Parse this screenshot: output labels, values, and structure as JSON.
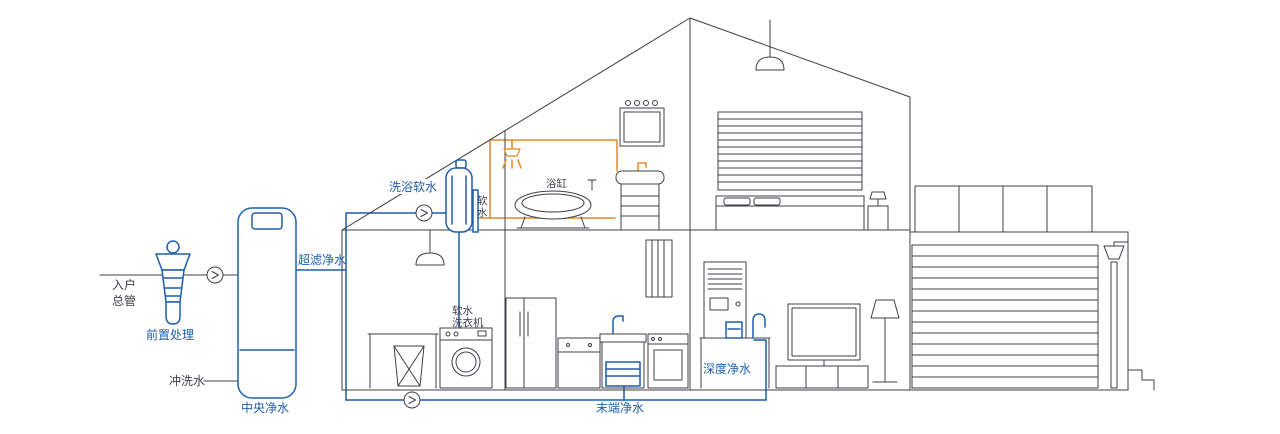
{
  "colors": {
    "outline": "#3f3f49",
    "blue": "#1f5fad",
    "orange": "#e8871e",
    "background": "#ffffff"
  },
  "labels": {
    "inlet_1": "入户",
    "inlet_2": "总管",
    "pretreatment": "前置处理",
    "central": "中央净水",
    "flush": "冲洗水",
    "ultra": "超滤净水",
    "bath_soft": "洗浴软水",
    "soft_1": "软",
    "soft_2": "水",
    "bathtub": "浴缸",
    "washer_1": "软水",
    "washer_2": "洗衣机",
    "terminal": "末端净水",
    "deep": "深度净水"
  }
}
